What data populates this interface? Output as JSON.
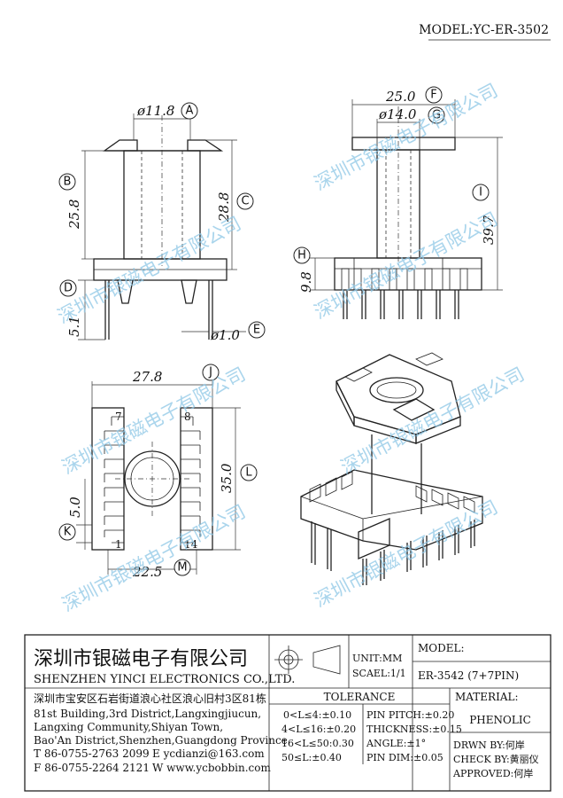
{
  "model_header": "MODEL:YC-ER-3502",
  "dimensions": {
    "a": "ø11.8",
    "b": "25.8",
    "c": "28.8",
    "d": "5.1",
    "e": "ø1.0",
    "f": "25.0",
    "g": "ø14.0",
    "h": "9.8",
    "i": "39.7",
    "j": "27.8",
    "k": "5.0",
    "l": "35.0",
    "m": "22.5"
  },
  "callouts": {
    "a": "A",
    "b": "B",
    "c": "C",
    "d": "D",
    "e": "E",
    "f": "F",
    "g": "G",
    "h": "H",
    "i": "I",
    "j": "J",
    "k": "K",
    "l": "L",
    "m": "M"
  },
  "pin_labels": {
    "p7": "7",
    "p8": "8",
    "p1": "1",
    "p14": "14"
  },
  "watermark": "深圳市银磁电子有限公司",
  "title_block": {
    "company_cn": "深圳市银磁电子有限公司",
    "company_en": "SHENZHEN YINCI ELECTRONICS CO.,LTD.",
    "address_cn": "深圳市宝安区石岩街道浪心社区浪心旧村3区81栋",
    "address_en_1": "81st Building,3rd District,Langxingjiucun,",
    "address_en_2": "Langxing Community,Shiyan Town,",
    "address_en_3": "Bao'An District,Shenzhen,Guangdong Province",
    "tel": "T 86-0755-2763 2099",
    "email": "E ycdianzi@163.com",
    "fax": "F 86-0755-2264 2121",
    "web": "W www.ycbobbin.com",
    "unit": "UNIT:MM",
    "scale": "SCAEL:1/1",
    "model_label": "MODEL:",
    "model_value": "ER-3542 (7+7PIN)",
    "tolerance_label": "TOLERANCE",
    "tol_1": "0<L≤4:±0.10",
    "tol_2": "4<L≤16:±0.20",
    "tol_3": "16<L≤50:0.30",
    "tol_4": "50≤L:±0.40",
    "pin_pitch": "PIN PITCH:±0.20",
    "thickness": "THICKNESS:±0.15",
    "angle": "ANGLE:±1°",
    "pin_dim": "PIN DIM:±0.05",
    "material_label": "MATERIAL:",
    "material_value": "PHENOLIC",
    "drawn_by": "DRWN BY:何岸",
    "check_by": "CHECK BY:黄丽仪",
    "approved": "APPROVED:何岸"
  }
}
